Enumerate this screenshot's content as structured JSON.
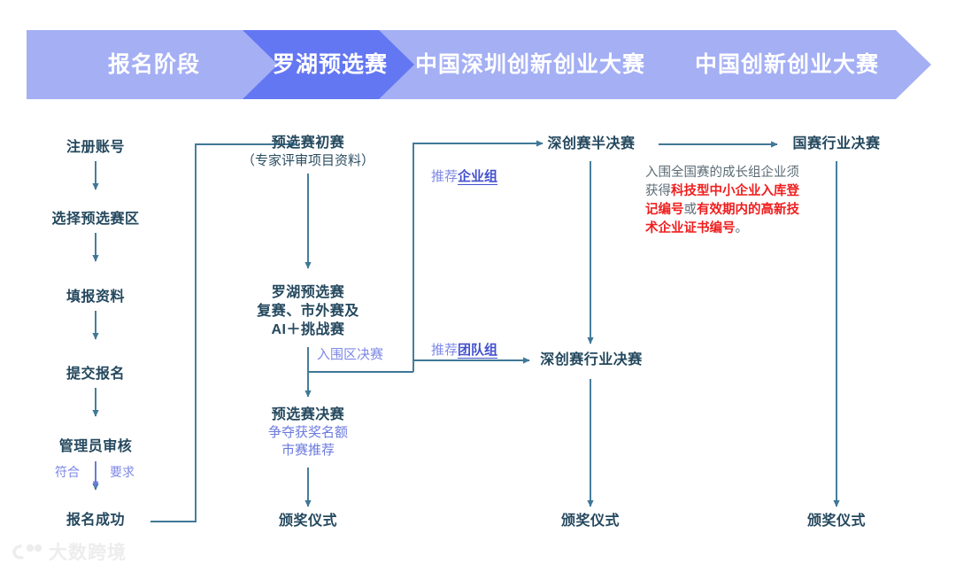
{
  "banner": {
    "segments": [
      {
        "label": "报名阶段",
        "color": "#A4AFF4"
      },
      {
        "label": "罗湖预选赛",
        "color": "#6477F2"
      },
      {
        "label": "中国深圳创新创业大赛",
        "color": "#A4AFF4"
      },
      {
        "label": "中国创新创业大赛",
        "color": "#A4AFF4"
      }
    ],
    "text_color": "#FFFFFF"
  },
  "nodes": {
    "register": {
      "title": "注册账号"
    },
    "select_region": {
      "title": "选择预选赛区"
    },
    "fill_info": {
      "title": "填报资料"
    },
    "submit": {
      "title": "提交报名"
    },
    "admin_review": {
      "title": "管理员审核"
    },
    "signup_success": {
      "title": "报名成功"
    },
    "prelim_first": {
      "title": "预选赛初赛",
      "subtitle": "（专家评审项目资料）"
    },
    "luohu_rounds": {
      "line1": "罗湖预选赛",
      "line2": "复赛、市外赛及",
      "line3": "AI＋挑战赛"
    },
    "prelim_final": {
      "title": "预选赛决赛",
      "sub1": "争夺获奖名额",
      "sub2": "市赛推荐"
    },
    "award_luohu": {
      "title": "颁奖仪式"
    },
    "shenchuang_semi": {
      "title": "深创赛半决赛"
    },
    "shenchuang_final": {
      "title": "深创赛行业决赛"
    },
    "award_shenzhen": {
      "title": "颁奖仪式"
    },
    "national_final": {
      "title": "国赛行业决赛"
    },
    "award_national": {
      "title": "颁奖仪式"
    }
  },
  "edge_labels": {
    "condition_left": "符合",
    "condition_right": "要求",
    "qualify_region": "入围区决赛",
    "recommend_prefix": "推荐",
    "recommend_enterprise": "企业组",
    "recommend_team": "团队组"
  },
  "note": {
    "part1": "入围全国赛的成长组企业须获得",
    "part2": "科技型中小企业入库登记编号",
    "part3": "或",
    "part4": "有效期内的高新技术企业证书编号",
    "part5": "。",
    "highlight_color": "#F01E1E"
  },
  "watermark": {
    "text": "大数跨境",
    "icon": "logo-icon"
  },
  "colors": {
    "line": "#3F7896",
    "node_text": "#24485E",
    "accent_blue": "#6B79DF",
    "accent_strong": "#4250CE"
  }
}
